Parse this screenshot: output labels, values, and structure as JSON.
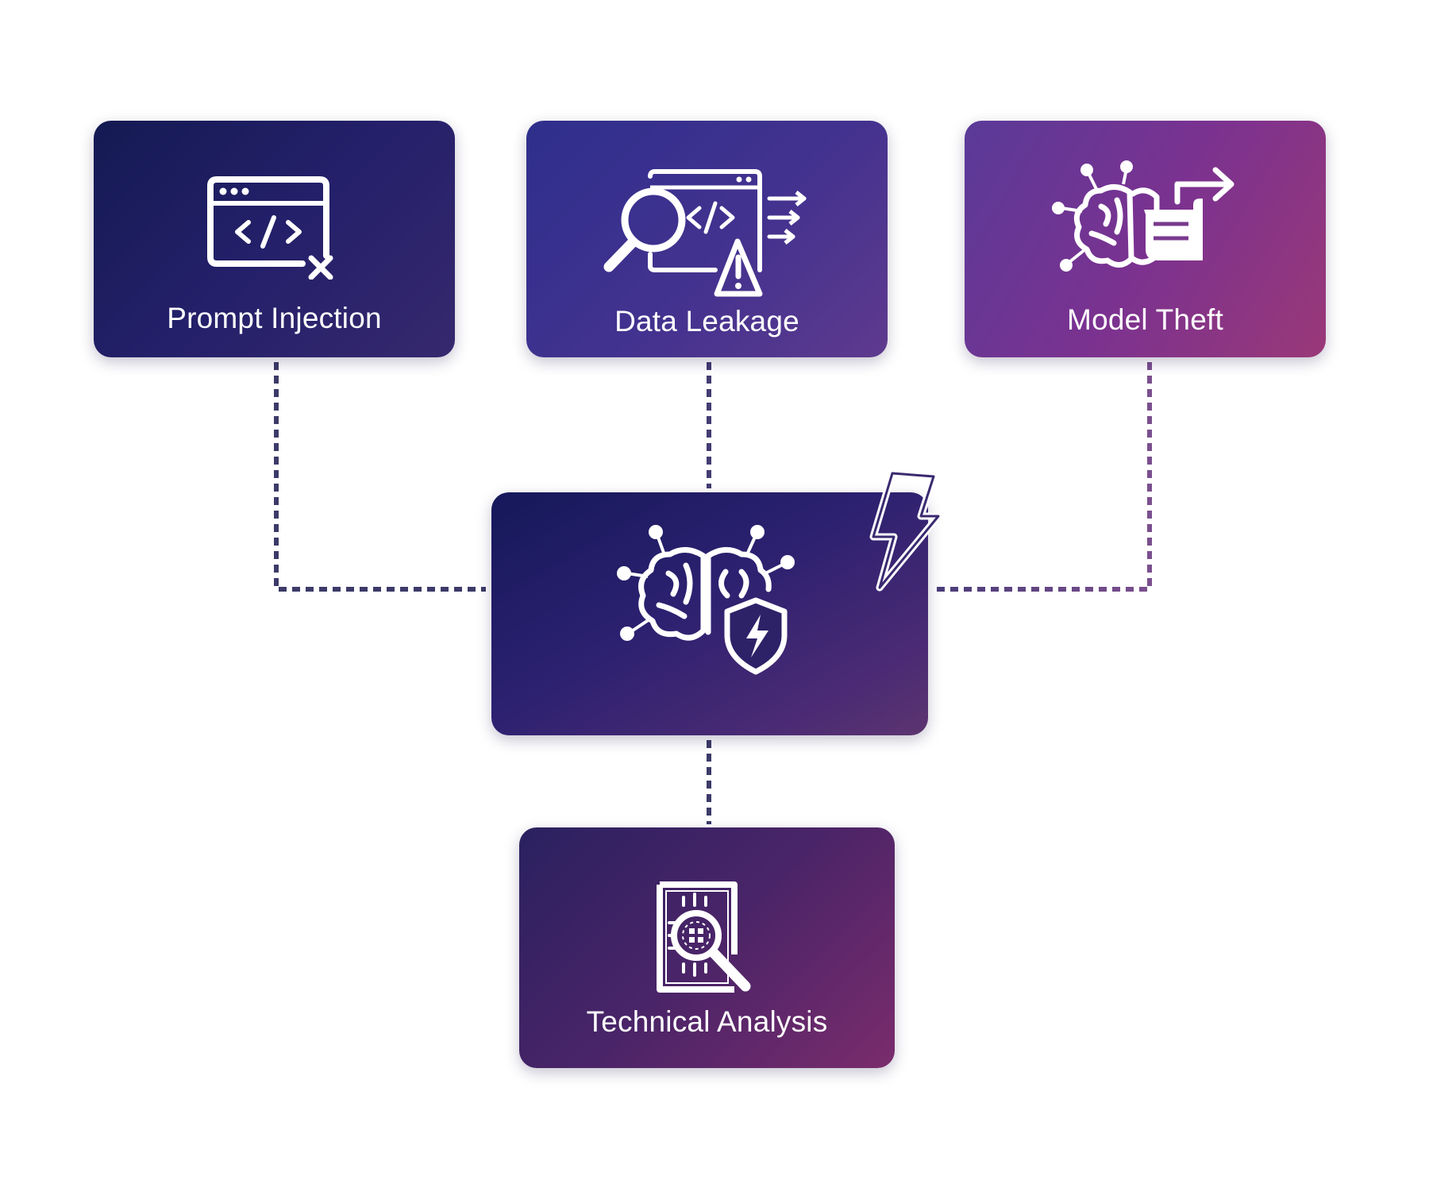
{
  "diagram": {
    "nodes": {
      "prompt_injection": {
        "label": "Prompt Injection",
        "icon": "code-window-x-icon"
      },
      "data_leakage": {
        "label": "Data Leakage",
        "icon": "magnifier-code-warning-icon"
      },
      "model_theft": {
        "label": "Model Theft",
        "icon": "brain-grab-arrow-icon"
      },
      "core": {
        "icon": "brain-shield-lightning-icon",
        "badge_icon": "lightning-bolt-icon"
      },
      "technical_analysis": {
        "label": "Technical Analysis",
        "icon": "document-chip-magnifier-icon"
      }
    },
    "edges": [
      {
        "from": "Prompt Injection",
        "to": "core"
      },
      {
        "from": "Data Leakage",
        "to": "core"
      },
      {
        "from": "Model Theft",
        "to": "core"
      },
      {
        "from": "core",
        "to": "Technical Analysis"
      }
    ],
    "colors": {
      "connector_dark": "#3c3a68",
      "connector_light": "#7a4f8e",
      "text": "#ffffff"
    }
  }
}
